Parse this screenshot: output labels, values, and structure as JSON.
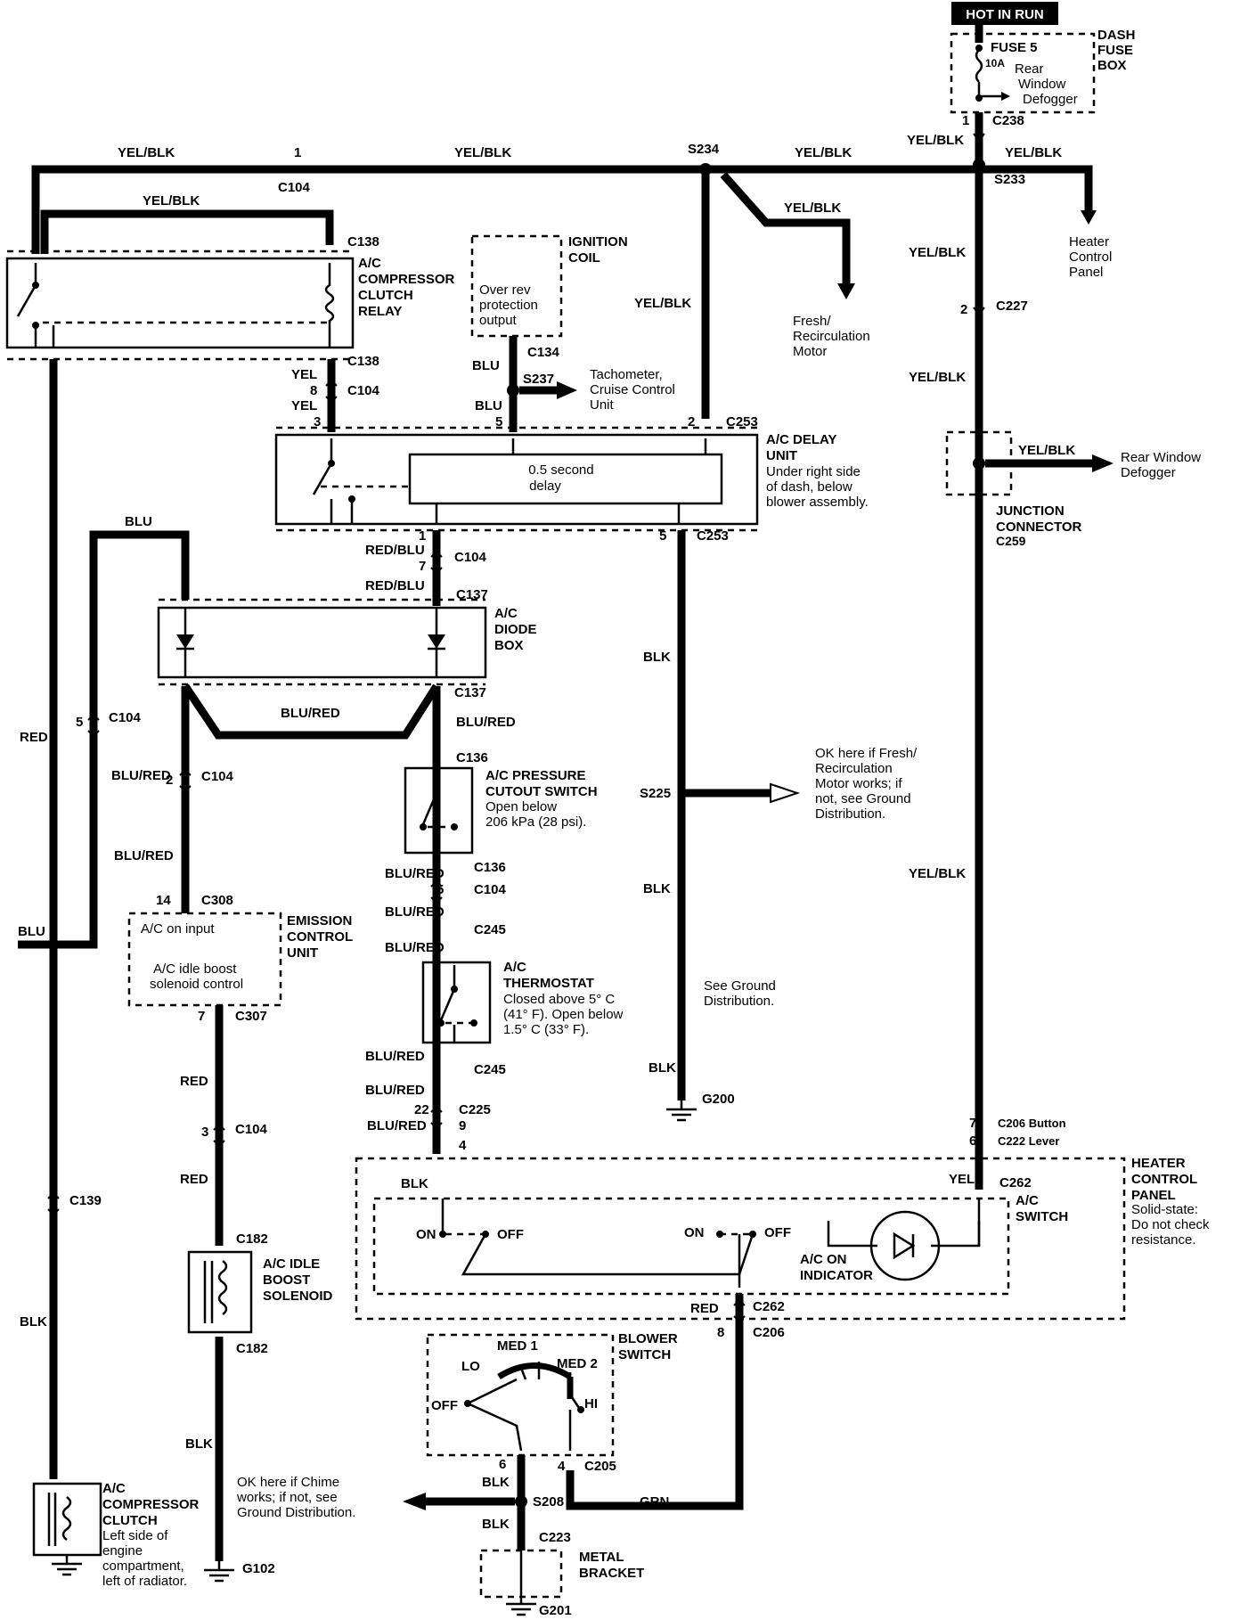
{
  "power": {
    "label": "HOT IN RUN"
  },
  "dash_fuse_box": {
    "title": [
      "DASH",
      "FUSE",
      "BOX"
    ],
    "fuse": "FUSE 5",
    "rating": "10A",
    "note": [
      "Rear",
      "Window",
      "Defogger"
    ]
  },
  "components": {
    "ac_compressor_clutch_relay": [
      "A/C",
      "COMPRESSOR",
      "CLUTCH",
      "RELAY"
    ],
    "ignition_coil": [
      "IGNITION",
      "COIL"
    ],
    "over_rev": [
      "Over rev",
      "protection",
      "output"
    ],
    "ac_delay_unit": [
      "A/C DELAY",
      "UNIT"
    ],
    "ac_delay_note": [
      "Under right side",
      "of dash, below",
      "blower assembly."
    ],
    "delay_text": [
      "0.5 second",
      "delay"
    ],
    "ac_diode_box": [
      "A/C",
      "DIODE",
      "BOX"
    ],
    "ac_pressure_switch": [
      "A/C PRESSURE",
      "CUTOUT SWITCH"
    ],
    "ac_pressure_note": [
      "Open below",
      "206 kPa (28 psi)."
    ],
    "ac_thermostat": [
      "A/C",
      "THERMOSTAT"
    ],
    "ac_thermostat_note": [
      "Closed above 5° C",
      "(41° F). Open below",
      "1.5° C (33° F)."
    ],
    "emission_control_unit": [
      "EMISSION",
      "CONTROL",
      "UNIT"
    ],
    "ecu_input": "A/C on input",
    "ecu_solenoid": [
      "A/C idle boost",
      "solenoid control"
    ],
    "ac_idle_boost_solenoid": [
      "A/C IDLE",
      "BOOST",
      "SOLENOID"
    ],
    "ac_compressor_clutch": [
      "A/C",
      "COMPRESSOR",
      "CLUTCH"
    ],
    "ac_compressor_note": [
      "Left side of",
      "engine",
      "compartment,",
      "left of radiator."
    ],
    "heater_control_panel": [
      "HEATER",
      "CONTROL",
      "PANEL"
    ],
    "heater_panel_note": [
      "Solid-state:",
      "Do not check",
      "resistance."
    ],
    "ac_switch": [
      "A/C",
      "SWITCH"
    ],
    "ac_on_indicator": [
      "A/C ON",
      "INDICATOR"
    ],
    "blower_switch": [
      "BLOWER",
      "SWITCH"
    ],
    "metal_bracket": [
      "METAL",
      "BRACKET"
    ],
    "junction_connector": [
      "JUNCTION",
      "CONNECTOR"
    ]
  },
  "destinations": {
    "heater_control_panel_dest": [
      "Heater",
      "Control",
      "Panel"
    ],
    "fresh_recirc": [
      "Fresh/",
      "Recirculation",
      "Motor"
    ],
    "tach": [
      "Tachometer,",
      "Cruise Control",
      "Unit"
    ],
    "rear_window": [
      "Rear Window",
      "Defogger"
    ],
    "ground_note_s225": [
      "OK here if Fresh/",
      "Recirculation",
      "Motor works; if",
      "not, see Ground",
      "Distribution."
    ],
    "see_ground": [
      "See Ground",
      "Distribution."
    ],
    "chime_note": [
      "OK here if Chime",
      "works; if not, see",
      "Ground Distribution."
    ]
  },
  "switch_labels": {
    "on": "ON",
    "off": "OFF",
    "lo": "LO",
    "med1": "MED 1",
    "med2": "MED 2",
    "hi": "HI",
    "off_b": "OFF"
  },
  "wire_colors": {
    "yel_blk": "YEL/BLK",
    "yel": "YEL",
    "blu": "BLU",
    "red_blu": "RED/BLU",
    "blu_red": "BLU/RED",
    "blk": "BLK",
    "red": "RED",
    "grn": "GRN"
  },
  "connectors": {
    "c238": "C238",
    "c104": "C104",
    "c138": "C138",
    "s234": "S234",
    "s233": "S233",
    "c227": "C227",
    "c134": "C134",
    "s237": "S237",
    "c253": "C253",
    "c259": "C259",
    "c137": "C137",
    "c136": "C136",
    "s225": "S225",
    "c308": "C308",
    "c307": "C307",
    "c245": "C245",
    "c225": "C225",
    "g200": "G200",
    "c206_button": "C206 Button",
    "c222_lever": "C222 Lever",
    "c262": "C262",
    "c206": "C206",
    "c139": "C139",
    "c182": "C182",
    "c205": "C205",
    "s208": "S208",
    "c223": "C223",
    "g102": "G102",
    "g201": "G201"
  },
  "pins": {
    "p1": "1",
    "p2": "2",
    "p3": "3",
    "p4": "4",
    "p5": "5",
    "p6": "6",
    "p7": "7",
    "p8": "8",
    "p9": "9",
    "p14": "14",
    "p22": "22"
  }
}
